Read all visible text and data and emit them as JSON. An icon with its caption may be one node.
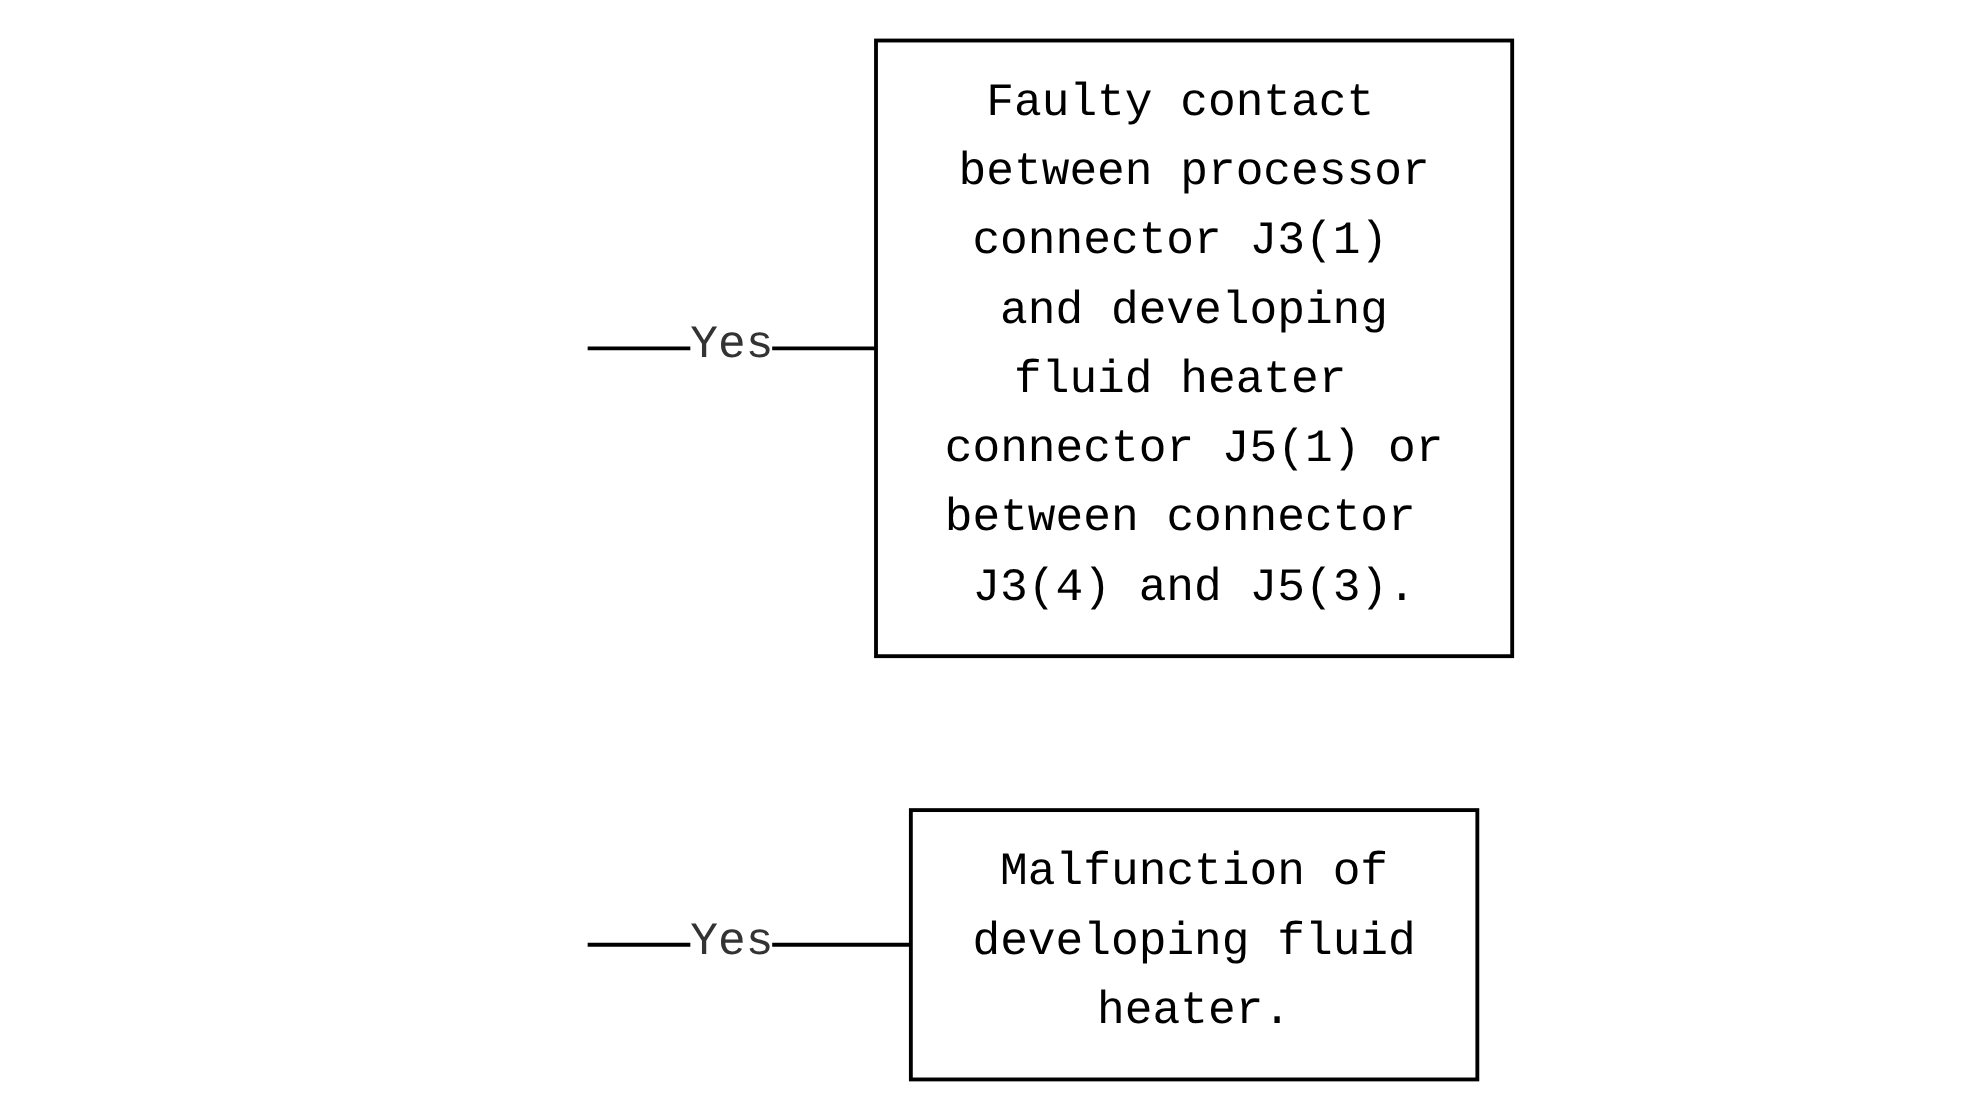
{
  "diagram": {
    "nodes": [
      {
        "text": [
          "Faulty contact between processor connector J3(1) and developing fluid heater connector J5(1) or between connector J3(4) and J5(3)."
        ]
      },
      {
        "text": [
          "Malfunction of developing fluid heater."
        ]
      }
    ],
    "edges": [
      {
        "from": null,
        "to": 0,
        "arrow": "none",
        "label": "Yes"
      },
      {
        "from": null,
        "to": 1,
        "arrow": "none",
        "label": "Yes"
      }
    ]
  }
}
